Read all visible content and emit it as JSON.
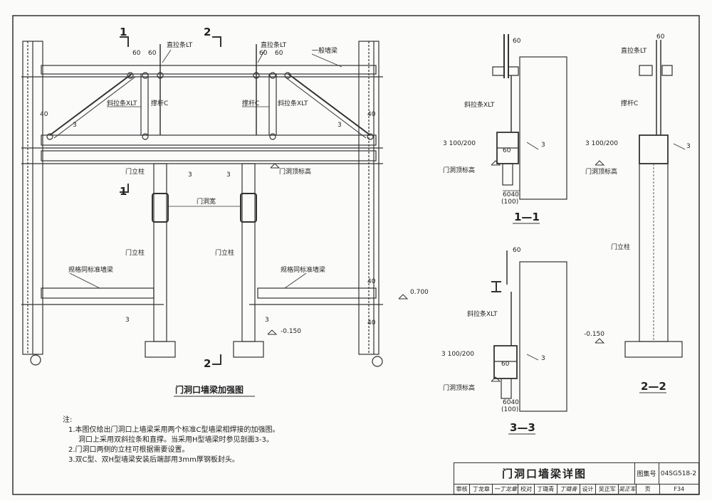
{
  "labels": {
    "straight_strut_lt": "直拉条LT",
    "general_wall_beam": "一般墙梁",
    "diagonal_strut_xlt": "斜拉条XLT",
    "brace_c": "撑杆C",
    "door_post": "门立柱",
    "door_top_elev": "门洞顶标高",
    "door_width": "门洞宽",
    "std_wall_beam": "规格同标准墙梁",
    "weld_3": "3",
    "weld_3_100_200": "3 100/200"
  },
  "dims": {
    "d60": "60",
    "d40": "40",
    "d6040": "6040",
    "d100": "(100)",
    "elev_0700": "0.700",
    "elev_m0150": "-0.150"
  },
  "section_marks": {
    "s1": "1",
    "s2": "2",
    "s11": "1—1",
    "s22": "2—2",
    "s33": "3—3"
  },
  "drawing_title": "门洞口墙梁加强图",
  "notes": {
    "head": "注:",
    "n1a": "1.本图仅给出门洞口上墙梁采用两个标准C型墙梁相焊接的加强图。",
    "n1b": "洞口上采用双斜拉条和直撑。当采用H型墙梁时参见剖面3-3。",
    "n2": "2.门洞口两侧的立柱可根据需要设置。",
    "n3": "3.双C型、双H型墙梁安装后端部用3mm厚钢板封头。"
  },
  "title_block": {
    "title": "门洞口墙梁详图",
    "atlas_label": "图集号",
    "atlas_no": "04SG518-2",
    "review": "审核",
    "reviewer": "丁龙章",
    "reviewer_sig": "一丁龙章",
    "check": "校对",
    "checker": "丁璐青",
    "checker_sig": "丁璐青",
    "design": "设计",
    "designer": "吴正军",
    "designer_sig": "吴正军",
    "page_label": "页",
    "page_no": "F34"
  }
}
